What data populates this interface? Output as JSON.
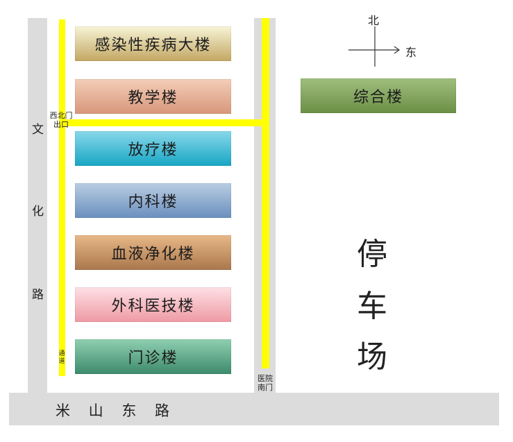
{
  "roads": {
    "west": {
      "chars": [
        "文",
        "化",
        "路"
      ]
    },
    "south": {
      "label": "米 山 东 路"
    }
  },
  "gates": {
    "northwest": {
      "line1": "西北门",
      "line2": "出口"
    },
    "south": {
      "line1": "医院",
      "line2": "南门"
    }
  },
  "passage_label": {
    "line1": "通",
    "line2": "道"
  },
  "buildings": [
    {
      "name": "感染性疾病大楼",
      "color_top": "#f7f4d6",
      "color_bottom": "#c3a763"
    },
    {
      "name": "教学楼",
      "color_top": "#f4cdb8",
      "color_bottom": "#d7977a"
    },
    {
      "name": "放疗楼",
      "color_top": "#88d8ea",
      "color_bottom": "#17a6c4"
    },
    {
      "name": "内科楼",
      "color_top": "#b9cde2",
      "color_bottom": "#6a8fbe"
    },
    {
      "name": "血液净化楼",
      "color_top": "#e8b888",
      "color_bottom": "#a9774c"
    },
    {
      "name": "外科医技楼",
      "color_top": "#fde0e4",
      "color_bottom": "#ee9aa4"
    },
    {
      "name": "门诊楼",
      "color_top": "#8ecfb0",
      "color_bottom": "#3d8a6c"
    }
  ],
  "east_building": {
    "name": "综合楼",
    "color_top": "#9fbe7e",
    "color_bottom": "#6b8f45"
  },
  "compass": {
    "north": "北",
    "east": "东"
  },
  "parking": {
    "chars": [
      "停",
      "车",
      "场"
    ]
  },
  "colors": {
    "road": "#dcdcdc",
    "passage": "#ffff00"
  }
}
